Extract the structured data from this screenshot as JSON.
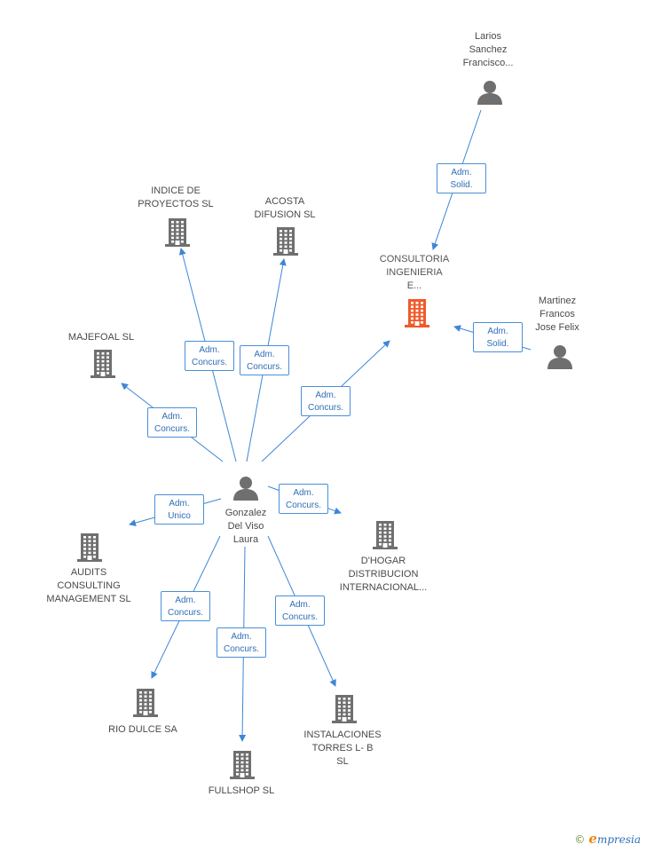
{
  "colors": {
    "edge": "#3e86d6",
    "node_icon": "#6f6f6f",
    "focus_icon": "#f05a2b",
    "label_border": "#4a8fd8"
  },
  "nodes": [
    {
      "id": "center",
      "type": "person",
      "label": "Gonzalez\nDel Viso\nLaura"
    },
    {
      "id": "larios",
      "type": "person",
      "label": "Larios\nSanchez\nFrancisco..."
    },
    {
      "id": "martinez",
      "type": "person",
      "label": "Martinez\nFrancos\nJose Felix"
    },
    {
      "id": "consultoria",
      "type": "company",
      "focus": true,
      "label": "CONSULTORIA\nINGENIERIA\nE..."
    },
    {
      "id": "indice",
      "type": "company",
      "label": "INDICE DE\nPROYECTOS SL"
    },
    {
      "id": "acosta",
      "type": "company",
      "label": "ACOSTA\nDIFUSION SL"
    },
    {
      "id": "majefoal",
      "type": "company",
      "label": "MAJEFOAL SL"
    },
    {
      "id": "audits",
      "type": "company",
      "label": "AUDITS\nCONSULTING\nMANAGEMENT SL"
    },
    {
      "id": "dhogar",
      "type": "company",
      "label": "D'HOGAR\nDISTRIBUCION\nINTERNACIONAL..."
    },
    {
      "id": "riodulce",
      "type": "company",
      "label": "RIO DULCE SA"
    },
    {
      "id": "fullshop",
      "type": "company",
      "label": "FULLSHOP SL"
    },
    {
      "id": "instalaciones",
      "type": "company",
      "label": "INSTALACIONES\nTORRES L- B\nSL"
    }
  ],
  "edges": [
    {
      "from": "larios",
      "to": "consultoria",
      "label": "Adm.\nSolid."
    },
    {
      "from": "martinez",
      "to": "consultoria",
      "label": "Adm.\nSolid."
    },
    {
      "from": "center",
      "to": "indice",
      "label": "Adm.\nConcurs."
    },
    {
      "from": "center",
      "to": "acosta",
      "label": "Adm.\nConcurs."
    },
    {
      "from": "center",
      "to": "majefoal",
      "label": "Adm.\nConcurs."
    },
    {
      "from": "center",
      "to": "consultoria",
      "label": "Adm.\nConcurs."
    },
    {
      "from": "center",
      "to": "audits",
      "label": "Adm.\nUnico"
    },
    {
      "from": "center",
      "to": "dhogar",
      "label": "Adm.\nConcurs."
    },
    {
      "from": "center",
      "to": "riodulce",
      "label": "Adm.\nConcurs."
    },
    {
      "from": "center",
      "to": "fullshop",
      "label": "Adm.\nConcurs."
    },
    {
      "from": "center",
      "to": "instalaciones",
      "label": "Adm.\nConcurs."
    }
  ],
  "footer": {
    "copyright": "©",
    "brand_initial": "e",
    "brand_rest": "mpresia"
  }
}
